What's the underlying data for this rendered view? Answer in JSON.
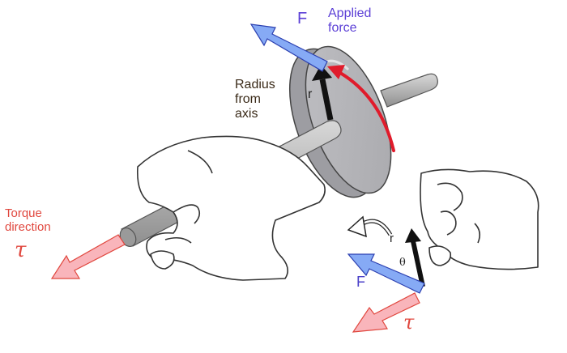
{
  "labels": {
    "applied_force": "Applied\nforce",
    "force_symbol_top": "F",
    "radius_from_axis": "Radius\nfrom\naxis",
    "radius_symbol_top": "r",
    "torque_direction": "Torque\ndirection",
    "tau_symbol_left": "τ",
    "force_symbol_bottom": "F",
    "radius_symbol_bottom": "r",
    "theta_symbol": "θ",
    "tau_symbol_bottom": "τ"
  },
  "colors": {
    "force_arrow": "#7fa4f2",
    "torque_arrow": "#f7a8ae",
    "rotation_arc": "#e01b2b",
    "radius_arrow": "#111111",
    "disk": "#c9c9cc",
    "axle": "#bdbdbd"
  },
  "icons": [
    "hand-left",
    "hand-right",
    "hand-fingers-right",
    "curved-rotation-arrow"
  ]
}
